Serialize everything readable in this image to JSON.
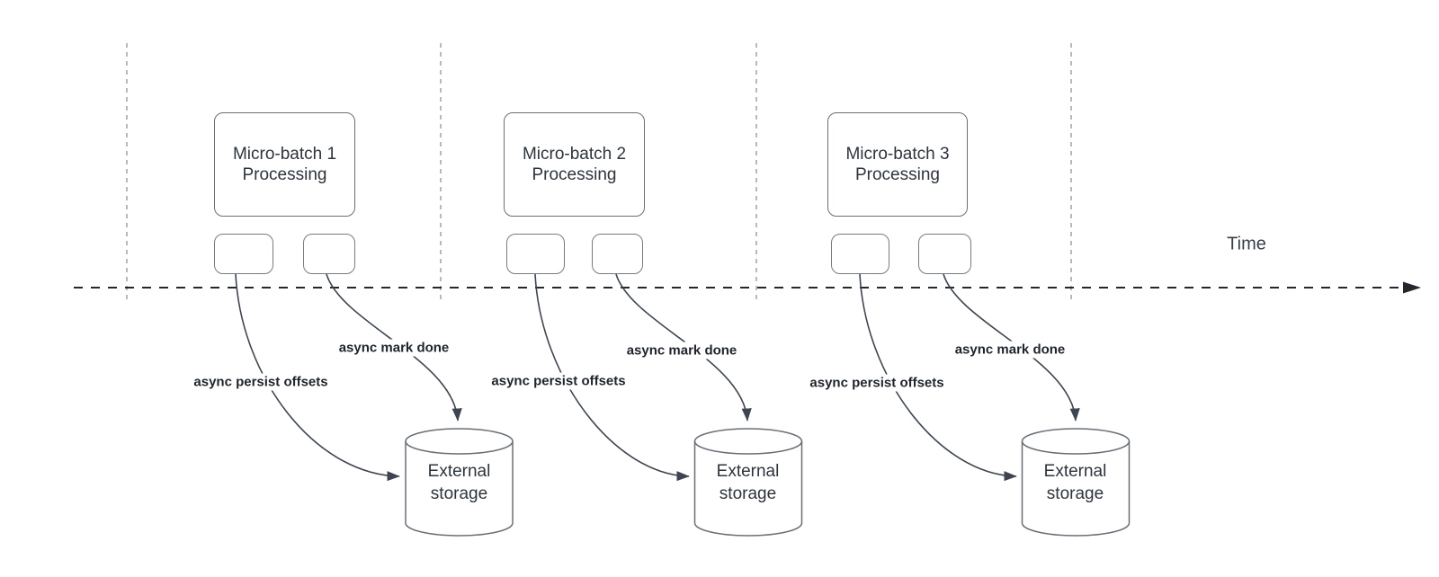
{
  "timeline": {
    "label": "Time"
  },
  "batches": [
    {
      "box_label": "Micro-batch 1\nProcessing",
      "persist_label": "async persist offsets",
      "mark_label": "async mark done",
      "storage_label": "External\nstorage"
    },
    {
      "box_label": "Micro-batch 2\nProcessing",
      "persist_label": "async persist offsets",
      "mark_label": "async mark done",
      "storage_label": "External\nstorage"
    },
    {
      "box_label": "Micro-batch 3\nProcessing",
      "persist_label": "async persist offsets",
      "mark_label": "async mark done",
      "storage_label": "External\nstorage"
    }
  ],
  "colors": {
    "background": "#ffffff",
    "timeline_stroke": "#23272e",
    "gridline_stroke": "#aaaeb4",
    "arrow_stroke": "#3f4550",
    "shape_stroke": "#6a6f77",
    "label_text": "#1f242c",
    "box_text": "#2e343c"
  }
}
